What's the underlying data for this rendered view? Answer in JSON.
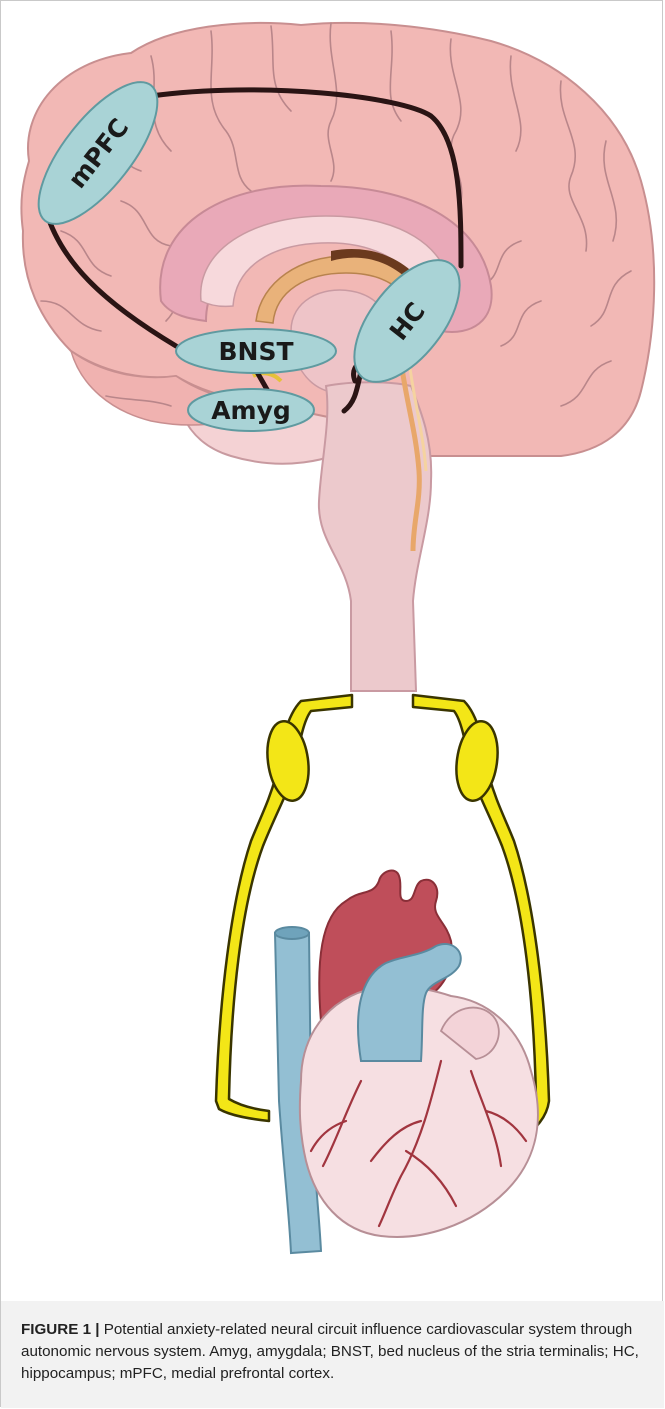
{
  "nodes": {
    "mpfc": "mPFC",
    "hc": "HC",
    "bnst": "BNST",
    "amyg": "Amyg"
  },
  "caption": {
    "label": "FIGURE 1 |",
    "text": " Potential anxiety-related neural circuit influence cardiovascular system through autonomic nervous system. Amyg, amygdala; BNST, bed nucleus of the stria terminalis; HC, hippocampus; mPFC, medial prefrontal cortex."
  },
  "colors": {
    "brain": "#f2b8b5",
    "node_fill": "#a9d3d6",
    "nerve": "#f3e617",
    "aorta": "#bf4e5a",
    "vein": "#93bfd3",
    "heart": "#f6dfe2",
    "caption_bg": "#f2f2f2"
  },
  "icons": [
    "brain-illustration",
    "heart-illustration",
    "autonomic-nerve-illustration"
  ]
}
